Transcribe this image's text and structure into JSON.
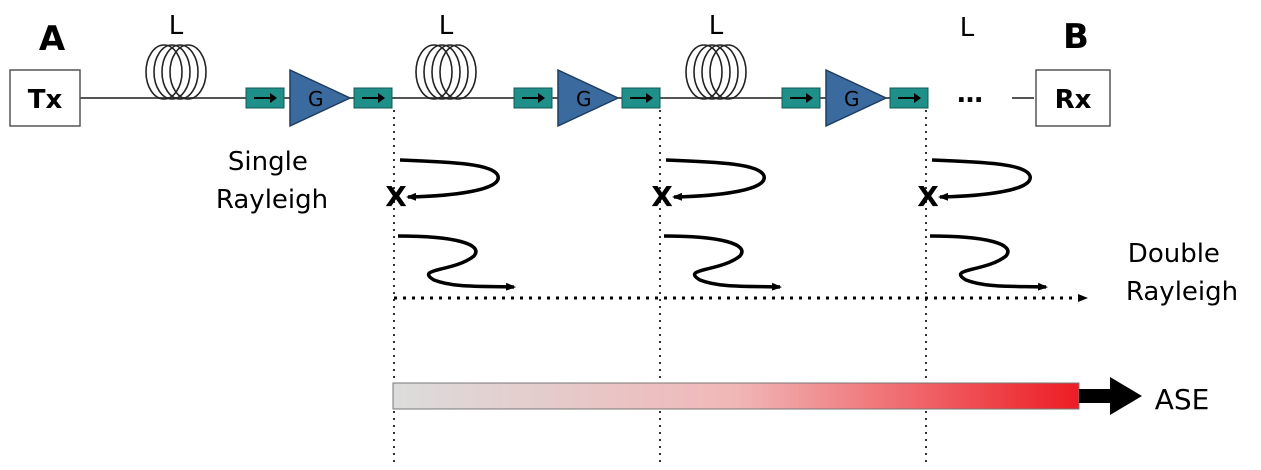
{
  "endpoints": {
    "start": "A",
    "end": "B"
  },
  "transmitter": "Tx",
  "receiver": "Rx",
  "span_label": "L",
  "amplifier_label": "G",
  "continuation": "…",
  "reflection_mark": "X",
  "labels": {
    "single_rayleigh": [
      "Single",
      "Rayleigh"
    ],
    "double_rayleigh": [
      "Double",
      "Rayleigh"
    ],
    "ase": "ASE"
  },
  "colors": {
    "amplifier": "#3b6a9e",
    "isolator": "#1f8f8a",
    "ase_start": "#dcdcdc",
    "ase_end": "#ee1c24"
  }
}
